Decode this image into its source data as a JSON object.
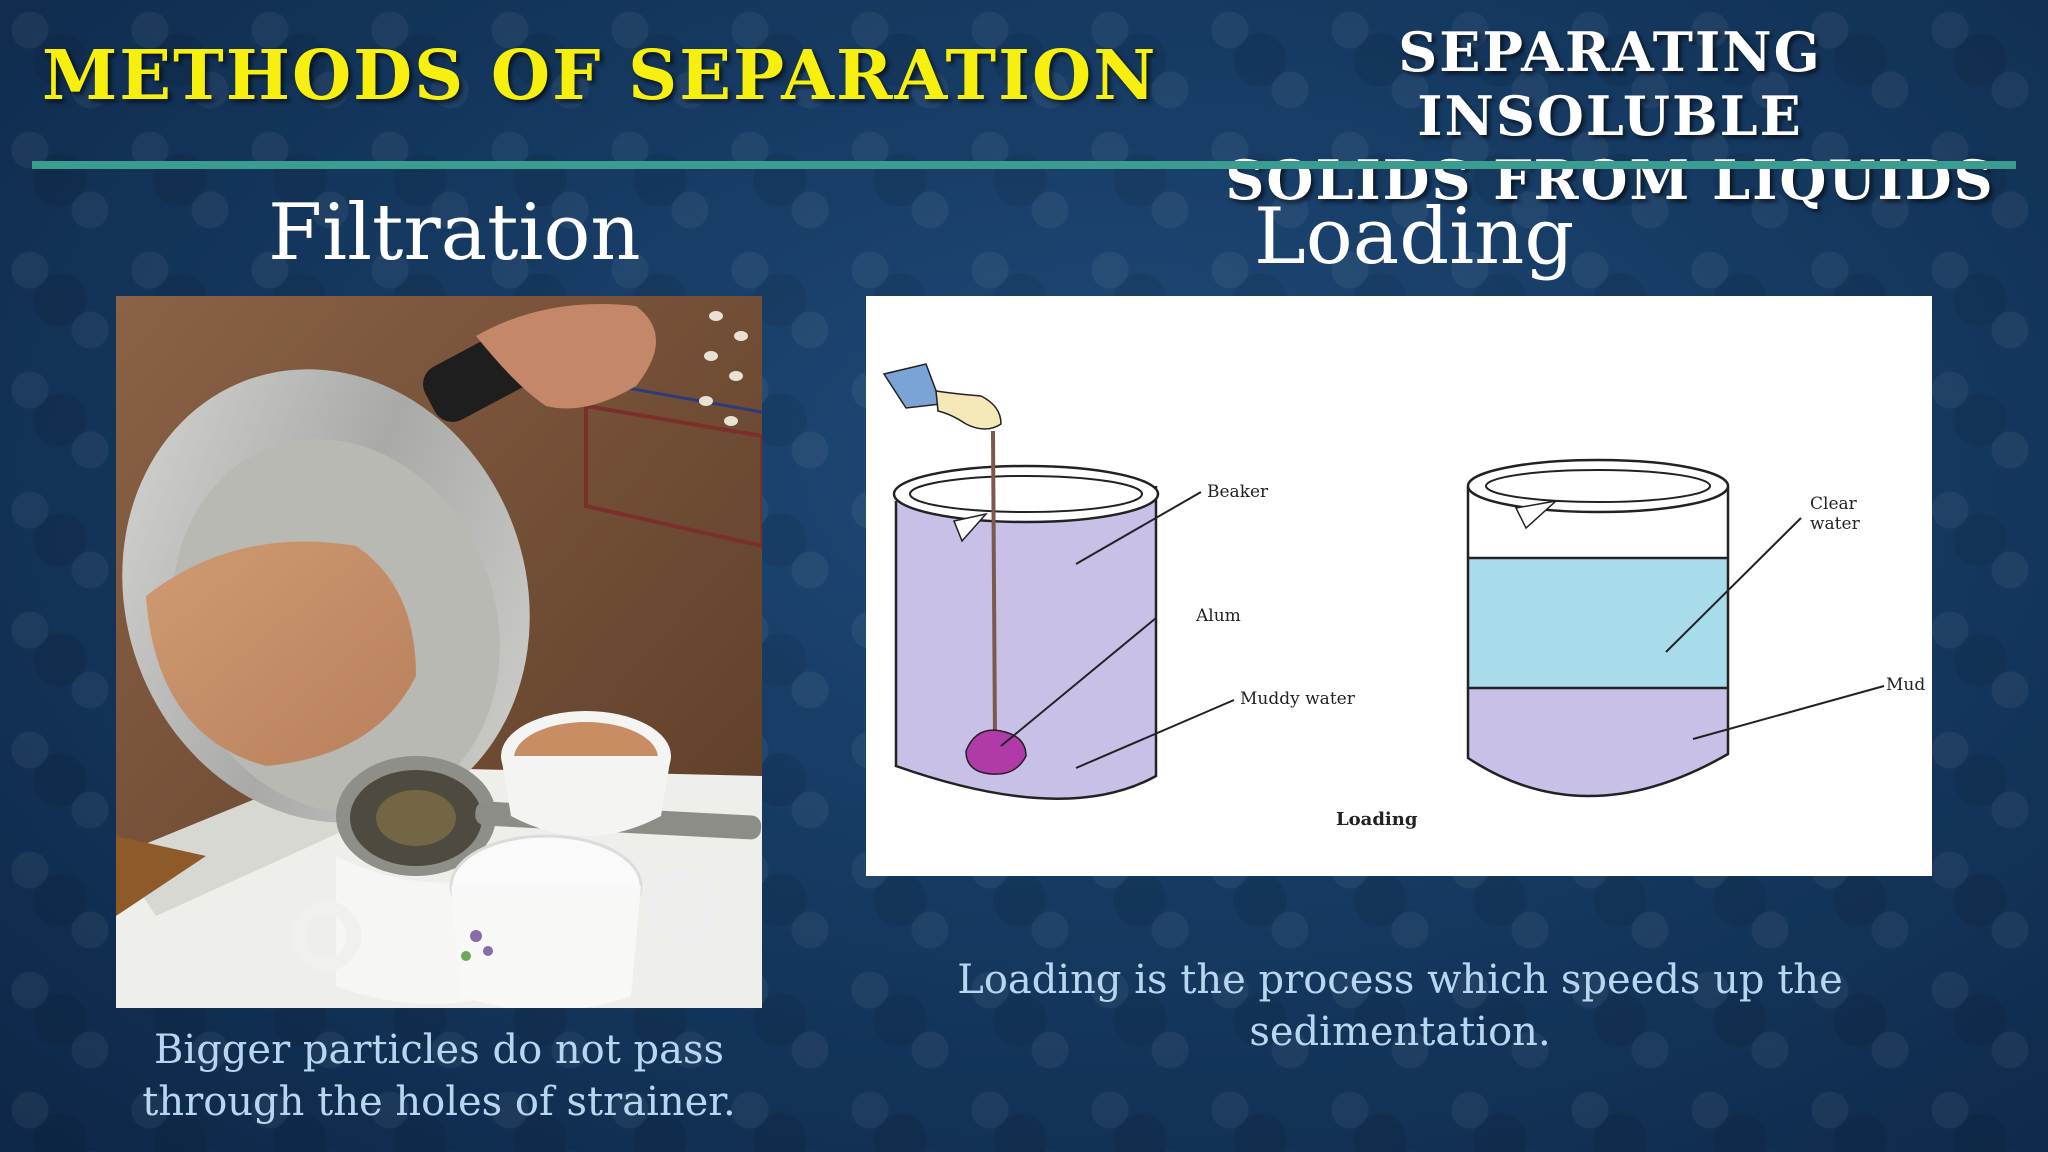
{
  "header": {
    "title": "METHODS OF SEPARATION",
    "subtitle_line1": "SEPARATING INSOLUBLE",
    "subtitle_line2": "SOLIDS FROM LIQUIDS"
  },
  "left": {
    "heading": "Filtration",
    "caption_line1": "Bigger particles do not pass",
    "caption_line2": "through the holes of strainer."
  },
  "right": {
    "heading": "Loading",
    "caption_line1": "Loading is the process which speeds up the",
    "caption_line2": "sedimentation.",
    "diagram": {
      "label_beaker": "Beaker",
      "label_alum": "Alum",
      "label_muddy_water": "Muddy water",
      "label_clear": "Clear",
      "label_water": "water",
      "label_mud": "Mud",
      "caption": "Loading"
    }
  },
  "colors": {
    "title_yellow": "#f7f00e",
    "rule_teal": "#3a9d8f",
    "caption_blue": "#b8d6f0",
    "muddy_water": "#c9c0e8",
    "clear_water": "#a8dcea",
    "alum": "#b03aa8"
  }
}
